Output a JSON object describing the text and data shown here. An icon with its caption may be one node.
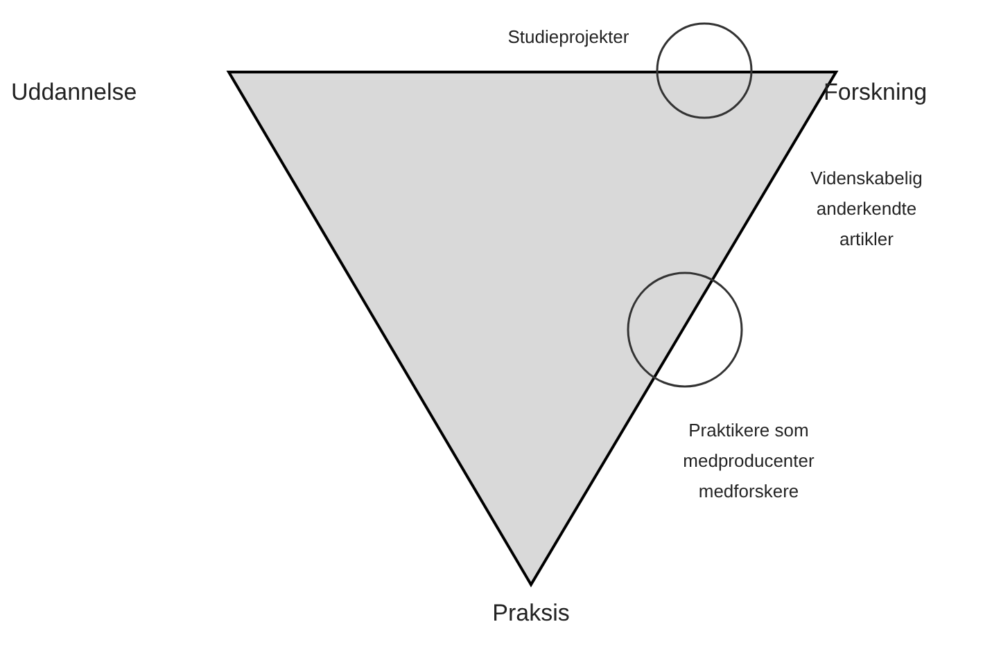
{
  "diagram": {
    "labels": [
      "Uddannelse",
      "Studieprojekter",
      "Forskning",
      "Videnskabelig anderkendte artikler",
      "Praktikere som medproducenter medforskere",
      "Praksis"
    ]
  }
}
